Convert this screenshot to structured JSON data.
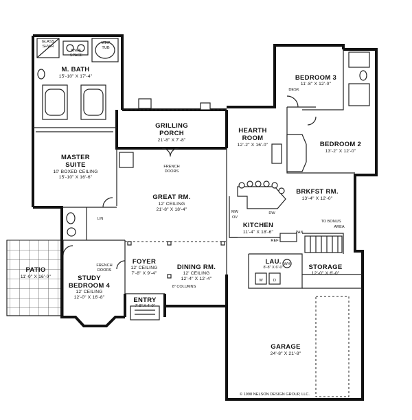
{
  "rooms": {
    "m_bath": {
      "name": "M. BATH",
      "dims": "15'-10\" X 17'-4\""
    },
    "glass_shwr": {
      "line1": "GLASS",
      "line2": "SHWR"
    },
    "knee_space": {
      "line1": "KNEE",
      "line2": "SPACE"
    },
    "whp_tub": {
      "line1": "WHP",
      "line2": "TUB"
    },
    "master_suite": {
      "line1": "MASTER",
      "line2": "SUITE",
      "ceiling": "10' BOXED CEILING",
      "dims": "15'-10\" X 16'-6\""
    },
    "grilling_porch": {
      "line1": "GRILLING",
      "line2": "PORCH",
      "dims": "21'-8\" X 7'-8\""
    },
    "hearth_room": {
      "line1": "HEARTH",
      "line2": "ROOM",
      "dims": "12'-2\" X 16'-0\""
    },
    "bedroom_3": {
      "name": "BEDROOM 3",
      "dims": "11'-8\" X 12'-0\"",
      "desk": "DESK"
    },
    "bedroom_2": {
      "name": "BEDROOM 2",
      "dims": "13'-2\" X 12'-0\""
    },
    "french_doors_porch": {
      "line1": "FRENCH",
      "line2": "DOORS"
    },
    "great_rm": {
      "name": "GREAT RM.",
      "ceiling": "12' CEILING",
      "dims": "21'-8\" X 18'-4\""
    },
    "brkfst_rm": {
      "name": "BRKFST RM.",
      "dims": "13'-4\" X 12'-0\""
    },
    "kitchen": {
      "name": "KITCHEN",
      "dims": "11'-4\" X 18'-6\"",
      "mw": "MW",
      "ov": "OV",
      "dw": "DW",
      "ref": "REF",
      "pan": "PAN"
    },
    "to_bonus": {
      "line1": "TO BONUS",
      "line2": "AREA"
    },
    "patio": {
      "name": "PATIO",
      "dims": "11'-0\" X 16'-0\""
    },
    "study": {
      "line1": "STUDY",
      "line2": "BEDROOM 4",
      "ceiling": "12' CEILING",
      "dims": "12'-0\" X 16'-8\""
    },
    "french_doors_study": {
      "line1": "FRENCH",
      "line2": "DOORS"
    },
    "foyer": {
      "name": "FOYER",
      "ceiling": "12' CEILING",
      "dims": "7'-8\" X 9'-4\""
    },
    "entry": {
      "name": "ENTRY",
      "dims": "7'-8\" X 4'-0\""
    },
    "dining_rm": {
      "name": "DINING RM.",
      "ceiling": "12' CEILING",
      "dims": "12'-4\" X 12'-4\"",
      "columns": "8\" COLUMNS"
    },
    "lau": {
      "name": "LAU.",
      "dims": "8'-8\" X 6'-0\"",
      "w": "W",
      "d": "D",
      "wh": "WH"
    },
    "storage": {
      "name": "STORAGE",
      "dims": "12'-0\" X 6'-0\""
    },
    "garage": {
      "name": "GARAGE",
      "dims": "24'-8\" X 21'-8\""
    },
    "lin": "LIN"
  },
  "copyright": "© 1998 NELSON DESIGN GROUP, LLC."
}
